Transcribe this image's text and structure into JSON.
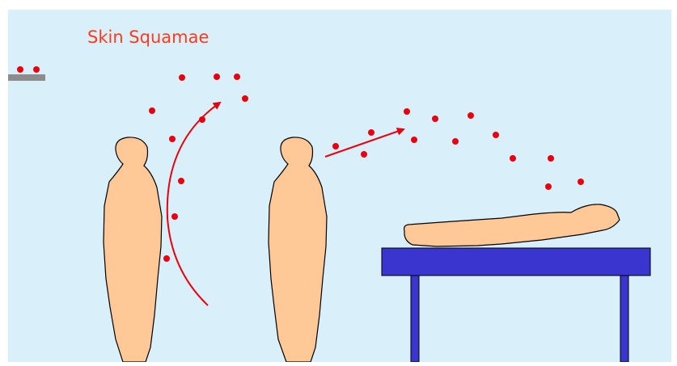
{
  "title": "Skin Squamae",
  "colors": {
    "background": "#ffffff",
    "panel": "#d9eff9",
    "skin": "#ffc896",
    "outline": "#000000",
    "particle": "#e8000e",
    "arrow": "#e8000e",
    "bed": "#3a35cf",
    "ledge": "#8c8c8c"
  },
  "icons": [
    "standing-person",
    "lying-person",
    "bed",
    "ledge",
    "particle",
    "arrow"
  ]
}
